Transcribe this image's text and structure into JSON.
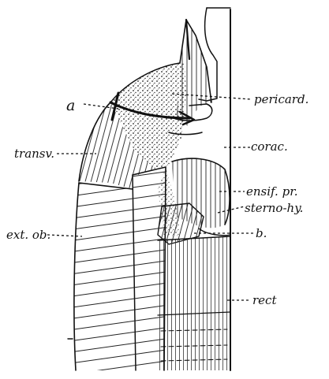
{
  "labels": {
    "a": "a",
    "pericard": "pericard.",
    "transv": "transv.",
    "corac": "corac.",
    "ensif_pr": "ensif. pr.",
    "sterno_hy": "sterno-hy.",
    "ext_ob": "ext. ob.",
    "b": "b.",
    "rect": "rect"
  }
}
